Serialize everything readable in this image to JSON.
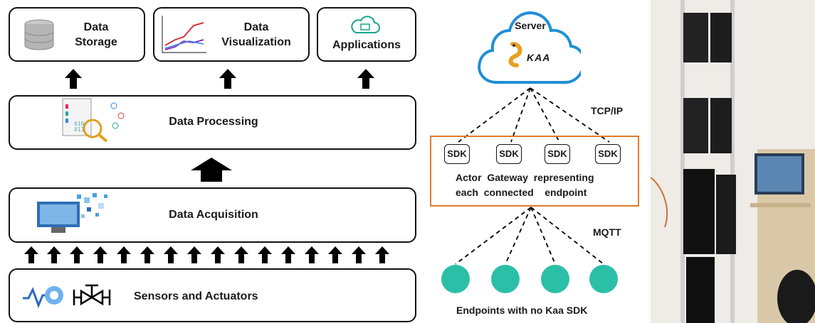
{
  "layers": {
    "storage": "Data\nStorage",
    "visualization": "Data\nVisualization",
    "applications": "Applications",
    "processing": "Data Processing",
    "acquisition": "Data Acquisition",
    "sensors": "Sensors and Actuators"
  },
  "kaa": {
    "server": "Server",
    "logo": "KAA",
    "tcp": "TCP/IP",
    "mqtt": "MQTT",
    "sdk": "SDK",
    "gateway_line1": "Actor  Gateway  representing",
    "gateway_line2": "each  connected    endpoint",
    "endpoints": "Endpoints with no Kaa SDK"
  },
  "colors": {
    "cloud": "#1f8fd6",
    "gateway_border": "#e07b2e",
    "endpoint": "#2bbfa7"
  }
}
